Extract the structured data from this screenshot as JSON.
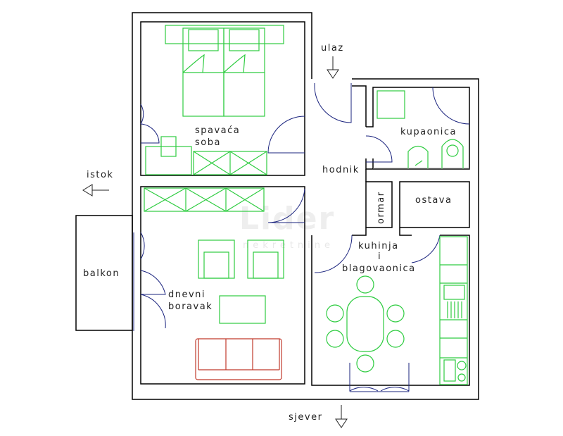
{
  "rooms": {
    "bedroom_line1": "spavaća",
    "bedroom_line2": "soba",
    "bathroom": "kupaonica",
    "hallway": "hodnik",
    "wardrobe": "ormar",
    "storage": "ostava",
    "kitchen_line1": "kuhinja",
    "kitchen_line2": "i",
    "kitchen_line3": "blagovaonica",
    "living_line1": "dnevni",
    "living_line2": "boravak",
    "balcony": "balkon"
  },
  "directions": {
    "entrance": "ulaz",
    "east": "istok",
    "north": "sjever"
  },
  "watermark": {
    "brand": "Lider",
    "sub": "nekretnine"
  },
  "colors": {
    "walls": "#000000",
    "doors": "#1a237e",
    "furniture": "#2ecc40",
    "sofa": "#c0392b"
  }
}
